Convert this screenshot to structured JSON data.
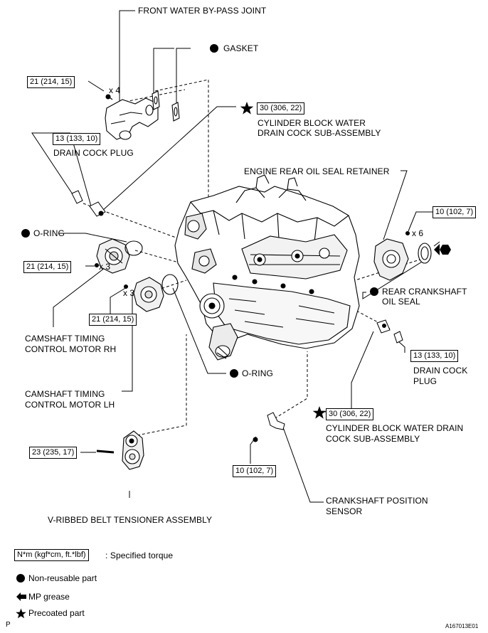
{
  "labels": {
    "front_water_bypass_joint": "FRONT WATER BY-PASS JOINT",
    "gasket": "GASKET",
    "cyl_block_drain_cock_1a": "CYLINDER BLOCK WATER",
    "cyl_block_drain_cock_1b": "DRAIN COCK SUB-ASSEMBLY",
    "drain_cock_plug_1": "DRAIN COCK PLUG",
    "engine_rear_oil_seal_retainer": "ENGINE REAR OIL SEAL RETAINER",
    "o_ring_1": "O-RING",
    "rear_crankshaft_oil_seal_a": "REAR CRANKSHAFT",
    "rear_crankshaft_oil_seal_b": "OIL SEAL",
    "camshaft_motor_rh_a": "CAMSHAFT TIMING",
    "camshaft_motor_rh_b": "CONTROL MOTOR RH",
    "o_ring_2": "O-RING",
    "drain_cock_plug_2a": "DRAIN COCK",
    "drain_cock_plug_2b": "PLUG",
    "camshaft_motor_lh_a": "CAMSHAFT TIMING",
    "camshaft_motor_lh_b": "CONTROL MOTOR LH",
    "cyl_block_drain_cock_2a": "CYLINDER BLOCK WATER DRAIN",
    "cyl_block_drain_cock_2b": "COCK SUB-ASSEMBLY",
    "crankshaft_position_sensor_a": "CRANKSHAFT POSITION",
    "crankshaft_position_sensor_b": "SENSOR",
    "vribbed_belt_tensioner": "V-RIBBED BELT TENSIONER ASSEMBLY"
  },
  "torques": {
    "bypass_joint": "21 (214, 15)",
    "drain_cock_sub_1": "30 (306, 22)",
    "drain_cock_plug_1": "13 (133, 10)",
    "rear_retainer": "10 (102, 7)",
    "camshaft_rh": "21 (214, 15)",
    "camshaft_lh": "21 (214, 15)",
    "drain_cock_plug_2": "13 (133, 10)",
    "drain_cock_sub_2": "30 (306, 22)",
    "tensioner": "23 (235, 17)",
    "crank_sensor": "10 (102, 7)"
  },
  "multipliers": {
    "bypass_joint": "x 4",
    "rear_retainer": "x 6",
    "camshaft_rh": "x 3",
    "camshaft_lh": "x 3"
  },
  "legend": {
    "torque_box": "N*m (kgf*cm, ft.*lbf)",
    "torque_text": ": Specified torque",
    "non_reusable": "Non-reusable part",
    "mp_grease": "MP grease",
    "precoated": "Precoated part"
  },
  "corner": {
    "left": "P",
    "right": "A167013E01"
  }
}
